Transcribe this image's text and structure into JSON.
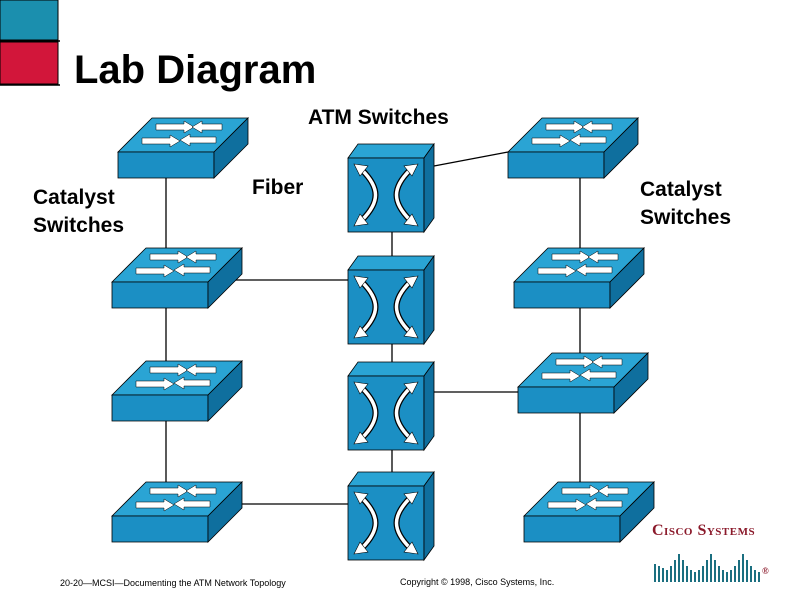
{
  "slide": {
    "title": "Lab Diagram",
    "footer_left": "20-20—MCSI—Documenting the ATM Network Topology",
    "footer_right": "Copyright © 1998, Cisco Systems, Inc."
  },
  "labels": {
    "atm_switches": "ATM Switches",
    "fiber": "Fiber",
    "catalyst_left_line1": "Catalyst",
    "catalyst_left_line2": "Switches",
    "catalyst_right_line1": "Catalyst",
    "catalyst_right_line2": "Switches"
  },
  "logo": {
    "text": "Cisco Systems",
    "registered": "®"
  },
  "colors": {
    "device_top": "#2aa4d4",
    "device_front": "#1b8fc4",
    "device_side": "#0f6f9e",
    "accent_teal": "#1b8fae",
    "accent_red": "#d2163a",
    "logo_red": "#8b1a2b"
  },
  "nodes": [
    {
      "id": "cat-left-1",
      "kind": "catalyst-switch"
    },
    {
      "id": "cat-left-2",
      "kind": "catalyst-switch"
    },
    {
      "id": "cat-left-3",
      "kind": "catalyst-switch"
    },
    {
      "id": "cat-left-4",
      "kind": "catalyst-switch"
    },
    {
      "id": "atm-1",
      "kind": "atm-switch"
    },
    {
      "id": "atm-2",
      "kind": "atm-switch"
    },
    {
      "id": "atm-3",
      "kind": "atm-switch"
    },
    {
      "id": "atm-4",
      "kind": "atm-switch"
    },
    {
      "id": "cat-right-1",
      "kind": "catalyst-switch"
    },
    {
      "id": "cat-right-2",
      "kind": "catalyst-switch"
    },
    {
      "id": "cat-right-3",
      "kind": "catalyst-switch"
    },
    {
      "id": "cat-right-4",
      "kind": "catalyst-switch"
    }
  ],
  "links": [
    {
      "from": "cat-left-1",
      "to": "cat-left-2"
    },
    {
      "from": "cat-left-2",
      "to": "cat-left-3"
    },
    {
      "from": "cat-left-3",
      "to": "cat-left-4"
    },
    {
      "from": "atm-1",
      "to": "atm-2"
    },
    {
      "from": "atm-2",
      "to": "atm-3"
    },
    {
      "from": "atm-3",
      "to": "atm-4"
    },
    {
      "from": "cat-right-1",
      "to": "cat-right-2"
    },
    {
      "from": "cat-right-2",
      "to": "cat-right-3"
    },
    {
      "from": "cat-right-3",
      "to": "cat-right-4"
    },
    {
      "from": "atm-1",
      "to": "cat-right-1"
    },
    {
      "from": "cat-left-2",
      "to": "atm-2"
    },
    {
      "from": "atm-3",
      "to": "cat-right-3"
    },
    {
      "from": "cat-left-4",
      "to": "atm-4"
    }
  ]
}
